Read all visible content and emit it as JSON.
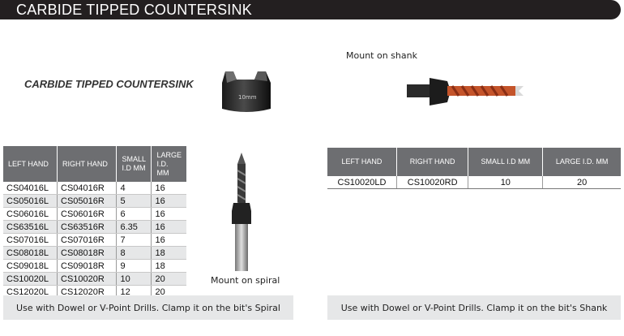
{
  "header": {
    "title": "CARBIDE TIPPED COUNTERSINK"
  },
  "left": {
    "subtitle": "CARBIDE TIPPED COUNTERSINK",
    "product_marking": "10mm",
    "spiral_caption": "Mount on spiral",
    "table": {
      "headers": [
        "LEFT HAND",
        "RIGHT HAND",
        "SMALL I.D MM",
        "LARGE I.D. MM"
      ],
      "rows": [
        [
          "CS04016L",
          "CS04016R",
          "4",
          "16"
        ],
        [
          "CS05016L",
          "CS05016R",
          "5",
          "16"
        ],
        [
          "CS06016L",
          "CS06016R",
          "6",
          "16"
        ],
        [
          "CS63516L",
          "CS63516R",
          "6.35",
          "16"
        ],
        [
          "CS07016L",
          "CS07016R",
          "7",
          "16"
        ],
        [
          "CS08018L",
          "CS08018R",
          "8",
          "18"
        ],
        [
          "CS09018L",
          "CS09018R",
          "9",
          "18"
        ],
        [
          "CS10020L",
          "CS10020R",
          "10",
          "20"
        ],
        [
          "CS12020L",
          "CS12020R",
          "12",
          "20"
        ]
      ]
    },
    "note": "Use with Dowel or V-Point Drills. Clamp it on the bit's Spiral"
  },
  "right": {
    "shank_caption": "Mount on shank",
    "table": {
      "headers": [
        "LEFT HAND",
        "RIGHT HAND",
        "SMALL I.D MM",
        "LARGE I.D. MM"
      ],
      "rows": [
        [
          "CS10020LD",
          "CS10020RD",
          "10",
          "20"
        ]
      ]
    },
    "note": "Use with Dowel or V-Point Drills. Clamp it on the bit's Shank"
  },
  "colors": {
    "header_bg": "#231f20",
    "table_header_bg": "#6d6e71",
    "stripe": "#e6e7e8",
    "drill_orange": "#c4542a"
  }
}
